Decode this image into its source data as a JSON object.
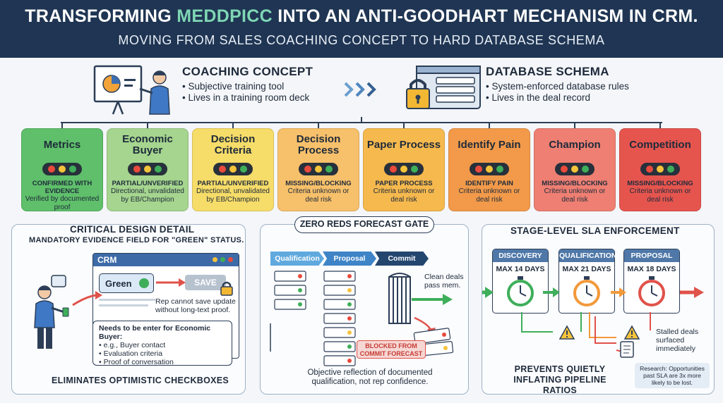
{
  "header": {
    "title_a": "TRANSFORMING ",
    "title_highlight": "MEDDPICC",
    "title_b": " INTO AN ANTI-GOODHART MECHANISM IN CRM.",
    "subtitle": "MOVING FROM SALES COACHING CONCEPT TO HARD DATABASE SCHEMA"
  },
  "coaching": {
    "title": "COACHING CONCEPT",
    "bullets": [
      "• Subjective training tool",
      "• Lives in a training room deck"
    ]
  },
  "schema": {
    "title": "DATABASE SCHEMA",
    "bullets": [
      "• System-enforced database rules",
      "• Lives in the deal record"
    ]
  },
  "cards": [
    {
      "title": "Metrics",
      "status": "CONFIRMED WITH EVIDENCE",
      "desc": "Verified by documented proof",
      "bg": "#5fbf6a"
    },
    {
      "title": "Economic Buyer",
      "status": "PARTIAL/UNVERIFIED",
      "desc": "Directional, unvalidated by EB/Champion",
      "bg": "#a5d58e"
    },
    {
      "title": "Decision Criteria",
      "status": "PARTIAL/UNVERIFIED",
      "desc": "Directional, unvalidated by EB/Champion",
      "bg": "#f6dc68"
    },
    {
      "title": "Decision Process",
      "status": "MISSING/BLOCKING",
      "desc": "Criteria unknown or deal risk",
      "bg": "#f7c06a"
    },
    {
      "title": "Paper Process",
      "status": "PAPER PROCESS",
      "desc": "Criteria unknown or deal risk",
      "bg": "#f6b94e"
    },
    {
      "title": "Identify Pain",
      "status": "IDENTIFY PAIN",
      "desc": "Criteria unknown or deal risk",
      "bg": "#f29a4a"
    },
    {
      "title": "Champion",
      "status": "MISSING/BLOCKING",
      "desc": "Criteria unknown or deal risk",
      "bg": "#ee7f72"
    },
    {
      "title": "Competition",
      "status": "MISSING/BLOCKING",
      "desc": "Criteria unknown or deal risk",
      "bg": "#e5554e"
    }
  ],
  "light_colors": [
    "#e84a3c",
    "#f5c33b",
    "#3fae5a"
  ],
  "design": {
    "title": "CRITICAL DESIGN DETAIL",
    "subtitle": "MANDATORY EVIDENCE FIELD FOR \"GREEN\" STATUS.",
    "window_title": "CRM",
    "field_value": "Green",
    "save_label": "SAVE",
    "note": "Rep cannot save update without long-text proof.",
    "req_title": "Needs to be enter for Economic Buyer:",
    "req_items": [
      "• e.g., Buyer contact",
      "• Evaluation criteria",
      "• Proof of conversation"
    ],
    "footer": "ELIMINATES OPTIMISTIC CHECKBOXES"
  },
  "gate": {
    "title": "ZERO REDS FORECAST GATE",
    "stages": [
      "Qualification",
      "Proposal",
      "Commit"
    ],
    "pass_note": "Clean deals pass mem.",
    "blocked": "BLOCKED FROM COMMIT FORECAST",
    "footer": "Objective reflection of documented qualification, not rep confidence."
  },
  "sla": {
    "title": "STAGE-LEVEL SLA ENFORCEMENT",
    "stages": [
      {
        "name": "DISCOVERY",
        "limit": "MAX 14 DAYS",
        "color": "#3fae5a"
      },
      {
        "name": "QUALIFICATION",
        "limit": "MAX 21 DAYS",
        "color": "#f2993a"
      },
      {
        "name": "PROPOSAL",
        "limit": "MAX 18 DAYS",
        "color": "#e0524a"
      }
    ],
    "stalled": "Stalled deals surfaced immediately",
    "footer": "PREVENTS QUIETLY INFLATING PIPELINE RATIOS",
    "research": "Research: Opportunities past SLA are 3x more likely to be lost."
  }
}
